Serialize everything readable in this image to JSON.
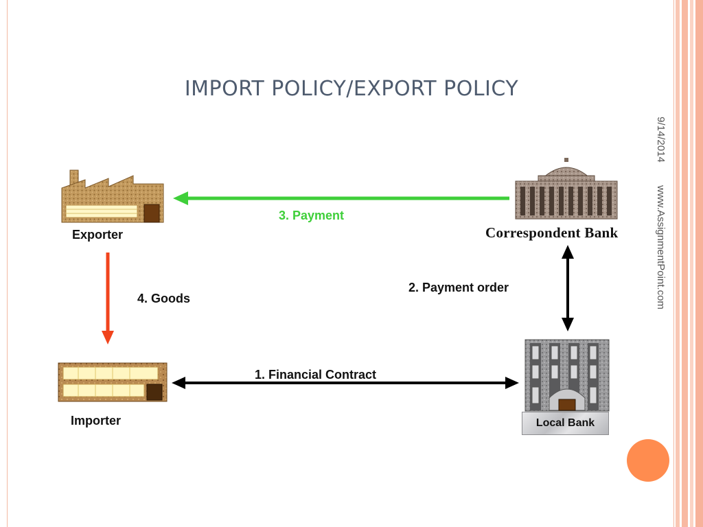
{
  "slide": {
    "title": "IMPORT POLICY/EXPORT POLICY",
    "date": "9/14/2014",
    "website": "www.AssignmentPoint.com"
  },
  "nodes": {
    "exporter": "Exporter",
    "importer": "Importer",
    "correspondent_bank": "Correspondent Bank",
    "local_bank": "Local Bank"
  },
  "flows": {
    "financial_contract": "1. Financial Contract",
    "payment_order": "2. Payment order",
    "payment": "3. Payment",
    "goods": "4. Goods"
  },
  "colors": {
    "payment_arrow": "#3fcf3a",
    "goods_arrow": "#f1431c",
    "contract_arrow": "#000000",
    "accent_circle": "#ff8c4f",
    "border_stripes": "#f7b7a0"
  }
}
